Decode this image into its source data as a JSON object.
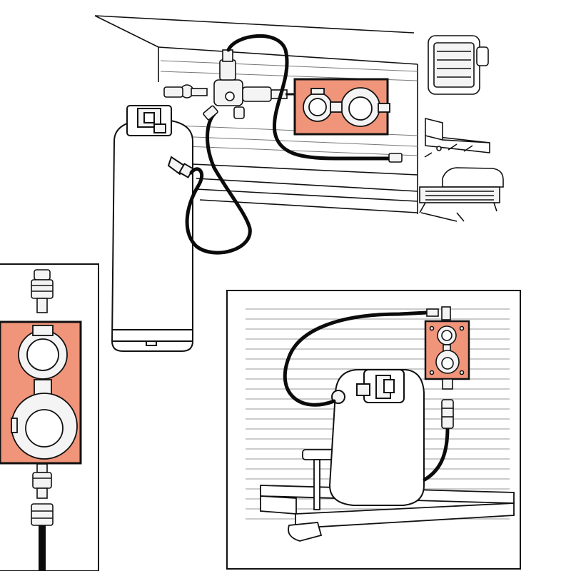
{
  "figure": {
    "kind": "propane regulator installation illustration",
    "text_labels": []
  },
  "colors": {
    "background": "#ffffff",
    "outline": "#111111",
    "hose": "#0b0b0b",
    "highlight": "#f0957a",
    "wall_line": "#9a9a9a",
    "metal_fill": "#f4f4f4"
  },
  "panels": [
    {
      "id": "main-scene",
      "components": [
        "cabinet",
        "wall-manifold",
        "highlighted-regulator",
        "tank",
        "hose",
        "heater",
        "stove",
        "grill"
      ]
    },
    {
      "id": "inset-left",
      "components": [
        "inlet-fitting",
        "two-stage-regulator",
        "outlet-fitting",
        "hose-end"
      ]
    },
    {
      "id": "inset-right",
      "components": [
        "siding-wall",
        "wall-regulator",
        "tank",
        "hose",
        "trailer-tongue"
      ]
    }
  ],
  "icons": [
    "portable-heater-icon",
    "camp-stove-icon",
    "portable-grill-icon"
  ]
}
